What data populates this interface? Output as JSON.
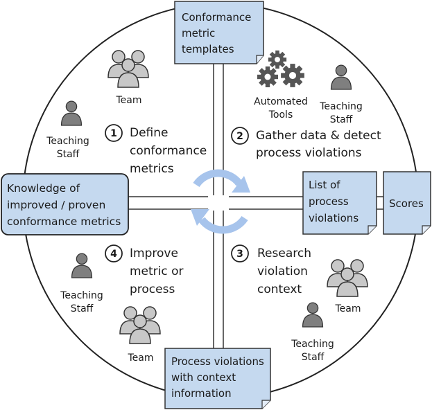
{
  "documents": {
    "templates": [
      "Conformance",
      "metric",
      "templates"
    ],
    "violations_list": [
      "List of",
      "process",
      "violations"
    ],
    "scores": [
      "Scores"
    ],
    "context_info": [
      "Process violations",
      "with context",
      "information"
    ]
  },
  "knowledge": [
    "Knowledge of",
    "improved / proven",
    "conformance metrics"
  ],
  "steps": [
    {
      "number": "1",
      "lines": [
        "Define",
        "conformance",
        "metrics"
      ]
    },
    {
      "number": "2",
      "lines": [
        "Gather data & detect",
        "process violations"
      ]
    },
    {
      "number": "3",
      "lines": [
        "Research",
        "violation",
        "context"
      ]
    },
    {
      "number": "4",
      "lines": [
        "Improve",
        "metric or",
        "process"
      ]
    }
  ],
  "actors": {
    "team": [
      "Team"
    ],
    "teaching_staff": [
      "Teaching",
      "Staff"
    ],
    "automated_tools": [
      "Automated",
      "Tools"
    ]
  },
  "colors": {
    "doc_fill": "#c5d9ef",
    "icon_light": "#c8c8c8",
    "icon_dark": "#7f7f7f",
    "cycle_arrow": "#a7c4ec"
  }
}
